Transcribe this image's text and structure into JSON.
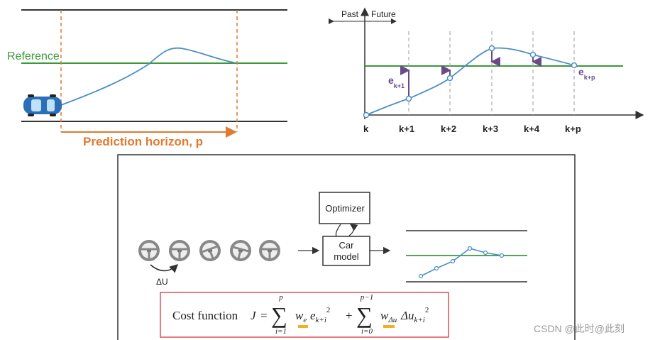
{
  "left_panel": {
    "reference_label": "Reference",
    "horizon_label": "Prediction horizon, p"
  },
  "right_panel": {
    "past_label": "Past",
    "future_label": "Future",
    "ticks": [
      "k",
      "k+1",
      "k+2",
      "k+3",
      "k+4",
      "k+p"
    ],
    "error_label_main": "e",
    "error_label_sub": "k+1",
    "last_error_main": "e",
    "last_error_sub": "k+p"
  },
  "bottom_panel": {
    "optimizer_label": "Optimizer",
    "car_model_line1": "Car",
    "car_model_line2": "model",
    "delta_u_label": "ΔU",
    "cost_prefix": "Cost function",
    "cost_J": "J",
    "cost_eq": "=",
    "sum1_top": "p",
    "sum1_bottom": "i=1",
    "sum2_top": "p−1",
    "sum2_bottom": "i=0",
    "term1_w": "w",
    "term1_w_sub": "e",
    "term1_e": "e",
    "term1_e_sub": "k+i",
    "term1_exp": "2",
    "plus": "+",
    "term2_w": "w",
    "term2_w_sub": "Δu",
    "term2_du": "Δu",
    "term2_du_sub": "k+i",
    "term2_exp": "2"
  },
  "watermark": "CSDN @此时@此刻",
  "colors": {
    "reference_line": "#3a9a3a",
    "horizon": "#e07a30",
    "error_arrow": "#6a4a8a",
    "point": "#4a8fc4",
    "car": "#2a6fb8",
    "cost_border": "#e05050",
    "weight_highlight": "#f0b020"
  }
}
